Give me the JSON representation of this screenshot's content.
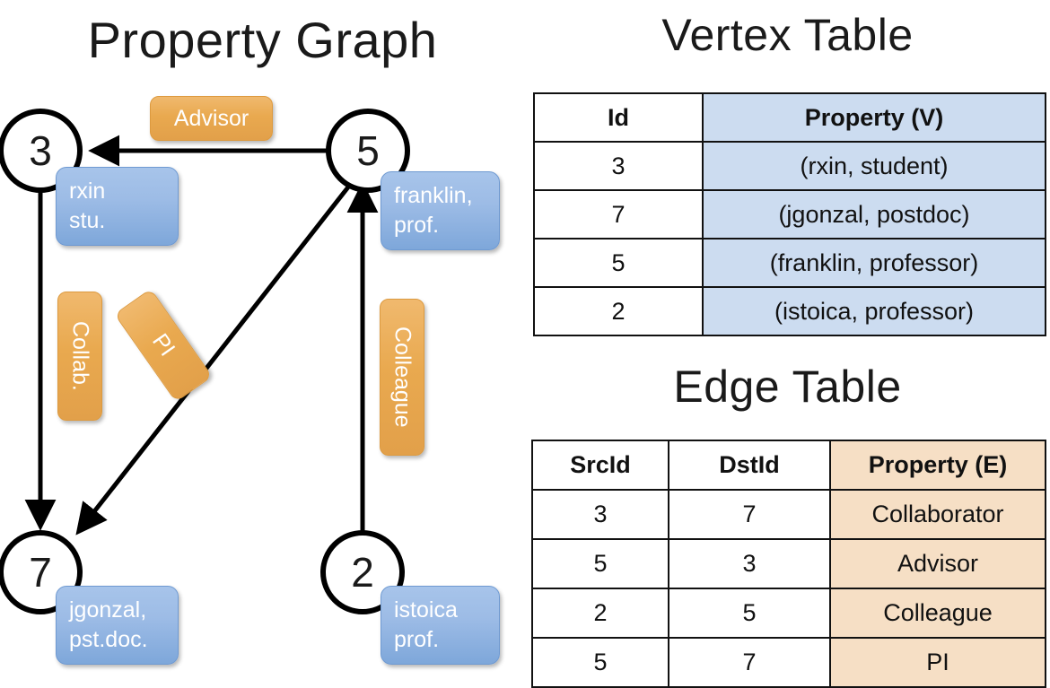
{
  "titles": {
    "property_graph": "Property Graph",
    "vertex_table": "Vertex Table",
    "edge_table": "Edge Table"
  },
  "graph": {
    "nodes": [
      {
        "id": "3",
        "label": "3",
        "property_line1": "rxin",
        "property_line2": "stu."
      },
      {
        "id": "5",
        "label": "5",
        "property_line1": "franklin,",
        "property_line2": "prof."
      },
      {
        "id": "7",
        "label": "7",
        "property_line1": "jgonzal,",
        "property_line2": "pst.doc."
      },
      {
        "id": "2",
        "label": "2",
        "property_line1": "istoica",
        "property_line2": "prof."
      }
    ],
    "edge_labels": {
      "advisor": "Advisor",
      "collab": "Collab.",
      "pi": "PI",
      "colleague": "Colleague"
    }
  },
  "vertex_table": {
    "headers": [
      "Id",
      "Property (V)"
    ],
    "rows": [
      {
        "id": "3",
        "property": "(rxin, student)"
      },
      {
        "id": "7",
        "property": "(jgonzal, postdoc)"
      },
      {
        "id": "5",
        "property": "(franklin, professor)"
      },
      {
        "id": "2",
        "property": "(istoica, professor)"
      }
    ]
  },
  "edge_table": {
    "headers": [
      "SrcId",
      "DstId",
      "Property (E)"
    ],
    "rows": [
      {
        "src": "3",
        "dst": "7",
        "property": "Collaborator"
      },
      {
        "src": "5",
        "dst": "3",
        "property": "Advisor"
      },
      {
        "src": "2",
        "dst": "5",
        "property": "Colleague"
      },
      {
        "src": "5",
        "dst": "7",
        "property": "PI"
      }
    ]
  },
  "colors": {
    "vertex_box": "#9dbce6",
    "edge_box": "#e9a94f",
    "vertex_table_fill": "#ccdcf0",
    "edge_table_fill": "#f6dfc5",
    "stroke": "#000000"
  }
}
